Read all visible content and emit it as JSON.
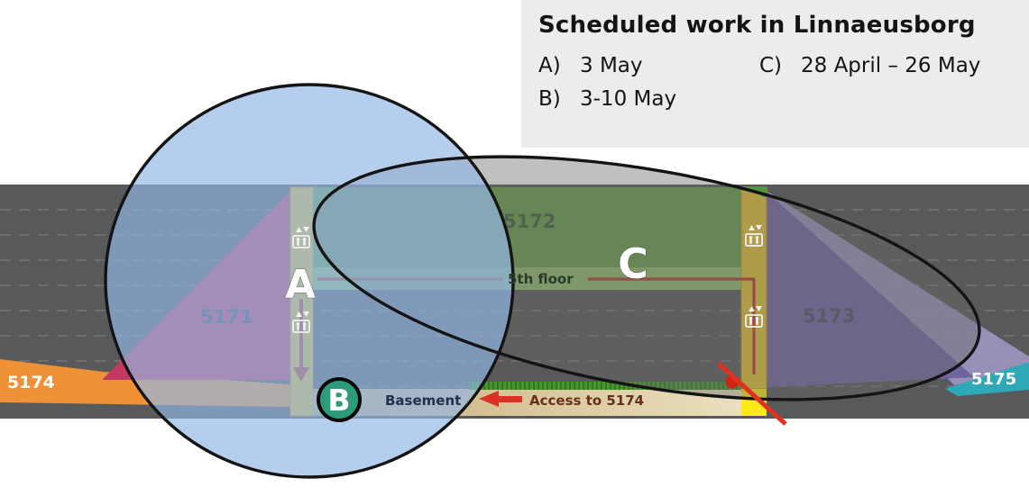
{
  "legend": {
    "title": "Scheduled work in Linnaeusborg",
    "items": [
      {
        "letter": "A)",
        "date": "3 May"
      },
      {
        "letter": "B)",
        "date": "3-10 May"
      },
      {
        "letter": "C)",
        "date": "28 April – 26 May"
      }
    ]
  },
  "diagram": {
    "rooms": {
      "r5171": "5171",
      "r5172": "5172",
      "r5173": "5173",
      "r5174": "5174",
      "r5175": "5175"
    },
    "labels": {
      "fifth_floor": "5th floor",
      "basement": "Basement",
      "access": "Access to 5174"
    },
    "markers": {
      "a": "A",
      "b": "B",
      "c": "C"
    },
    "colors": {
      "building_gray": "#58595b",
      "zone_a_blue": "#94b7e5",
      "zone_c_gray": "#696969",
      "room_5171_red": "#c23a5e",
      "room_5172_green": "#649e47",
      "room_5173_purple": "#71659f",
      "room_5174_orange": "#ef9136",
      "room_5175_teal": "#2fa9b8",
      "shaft_yellow": "#e2c233",
      "accent_red": "#d93325",
      "marker_b_green": "#2e9c7c"
    }
  }
}
